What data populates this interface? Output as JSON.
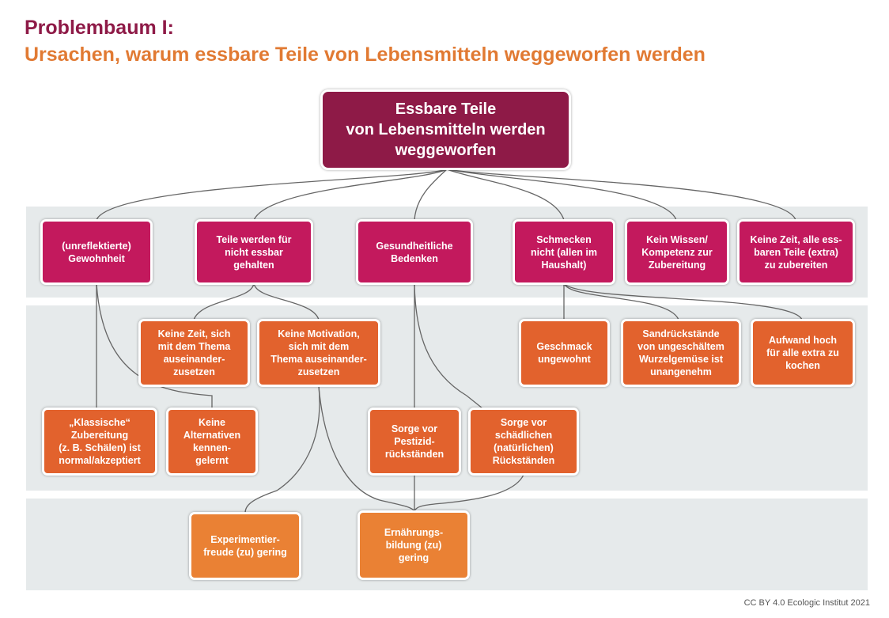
{
  "header": {
    "title": "Problembaum I:",
    "subtitle": "Ursachen, warum essbare Teile von Lebensmitteln weggeworfen werden"
  },
  "diagram": {
    "root": "Essbare Teile\nvon Lebensmitteln werden\nweggeworfen",
    "causes": [
      "(unreflektierte)\nGewohnheit",
      "Teile werden für\nnicht essbar\ngehalten",
      "Gesundheitliche\nBedenken",
      "Schmecken\nnicht (allen im\nHaushalt)",
      "Kein Wissen/\nKompetenz zur\nZubereitung",
      "Keine Zeit, alle ess-\nbaren Teile (extra)\nzu zubereiten"
    ],
    "subcauses": [
      "Keine Zeit, sich\nmit dem Thema\nauseinander-\nzusetzen",
      "Keine Motivation,\nsich mit dem\nThema auseinander-\nzusetzen",
      "Geschmack\nungewohnt",
      "Sandrückstände\nvon ungeschältem\nWurzelgemüse ist\nunangenehm",
      "Aufwand hoch\nfür alle extra zu\nkochen",
      "„Klassische“\nZubereitung\n(z. B. Schälen) ist\nnormal/akzeptiert",
      "Keine\nAlternativen\nkennen-\ngelernt",
      "Sorge vor\nPestizid-\nrückständen",
      "Sorge vor\nschädlichen\n(natürlichen)\nRückständen"
    ],
    "roots": [
      "Experimentier-\nfreude (zu) gering",
      "Ernährungs-\nbildung (zu)\ngering"
    ]
  },
  "credit": "CC BY 4.0 Ecologic Institut 2021",
  "colors": {
    "title": "#8e1a47",
    "subtitle": "#e17a33",
    "root_box": "#8e1a47",
    "cause_box": "#c3195d",
    "subcause_box": "#e2622d",
    "root_cause_box": "#ea8134",
    "band": "#e6eaeb",
    "connector": "#666666"
  }
}
